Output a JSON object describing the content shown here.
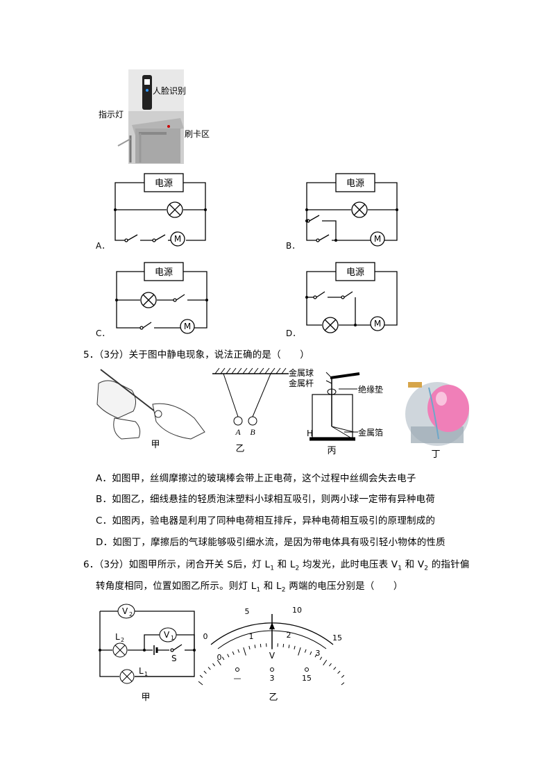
{
  "gate_photo": {
    "labels": {
      "face": "人脸识别",
      "indicator": "指示灯",
      "card": "刷卡区"
    }
  },
  "q4": {
    "power_label": "电源",
    "motor_label": "M",
    "options": [
      "A．",
      "B．",
      "C．",
      "D．"
    ]
  },
  "q5": {
    "stem": "5．（3分）关于图中静电现象，说法正确的是（　　）",
    "figure_labels": {
      "jia": "甲",
      "yi": "乙",
      "bing": "丙",
      "ding": "丁",
      "ball_a": "A",
      "ball_b": "B",
      "metal_ball": "金属球",
      "metal_rod": "金属杆",
      "insulator": "绝缘垫",
      "metal_foil": "金属箔",
      "h": "H"
    },
    "choices": [
      "A．如图甲，丝绸摩擦过的玻璃棒会带上正电荷，这个过程中丝绸会失去电子",
      "B．如图乙，细线悬挂的轻质泡沫塑料小球相互吸引，则两小球一定带有异种电荷",
      "C．如图丙，验电器是利用了同种电荷相互排斥，异种电荷相互吸引的原理制成的",
      "D．如图丁，摩擦后的气球能够吸引细水流，是因为带电体具有吸引轻小物体的性质"
    ]
  },
  "q6": {
    "stem_line1_a": "6．（3分）如图甲所示，闭合开关 S后，灯 L",
    "stem_line1_b": " 和 L",
    "stem_line1_c": " 均发光，此时电压表 V",
    "stem_line1_d": " 和 V",
    "stem_line1_e": " 的指针偏",
    "stem_line2_a": "转角度相同，位置如图乙所示。则灯 L",
    "stem_line2_b": " 和 L",
    "stem_line2_c": " 两端的电压分别是（　　）",
    "sub1": "1",
    "sub2": "2",
    "circuit_labels": {
      "v2": "V",
      "v1": "V",
      "l2": "L",
      "l1": "L",
      "s": "S",
      "jia": "甲"
    },
    "meter": {
      "outer_ticks": [
        "0",
        "5",
        "10",
        "15"
      ],
      "inner_ticks": [
        "0",
        "1",
        "2",
        "3"
      ],
      "unit": "V",
      "terminals": [
        "—",
        "3",
        "15"
      ],
      "caption": "乙"
    }
  }
}
